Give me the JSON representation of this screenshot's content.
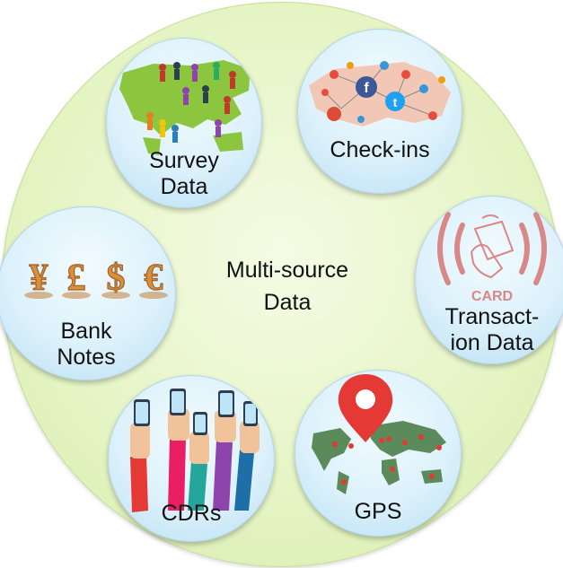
{
  "center": {
    "line1": "Multi-source",
    "line2": "Data"
  },
  "nodes": {
    "survey": {
      "line1": "Survey",
      "line2": "Data",
      "icon": "world-map-people-icon"
    },
    "checkins": {
      "line1": "Check-ins",
      "icon": "social-network-map-icon"
    },
    "transaction": {
      "line1": "Transact-",
      "line2": "ion Data",
      "card_text": "CARD",
      "icon": "contactless-card-icon"
    },
    "gps": {
      "line1": "GPS",
      "icon": "map-pin-icon"
    },
    "cdrs": {
      "line1": "CDRs",
      "icon": "raised-phones-icon"
    },
    "banknotes": {
      "line1": "Bank",
      "line2": "Notes",
      "icon": "currency-symbols-icon",
      "symbols": [
        "¥",
        "£",
        "$",
        "€"
      ]
    }
  },
  "colors": {
    "outer_circle": "#e6f5c6",
    "node_fill": "#dcf1fb",
    "map_green": "#8cc63f",
    "pin_red": "#e53935",
    "card_pink": "#d98888",
    "coin_gold": "#d9903a"
  }
}
